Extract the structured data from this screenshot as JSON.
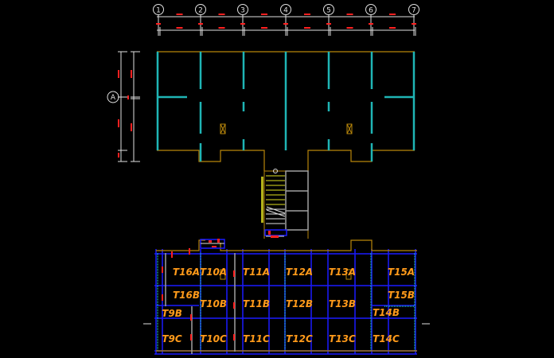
{
  "drawing": {
    "type": "CAD floor plan",
    "colors": {
      "background": "#000000",
      "outline": "#b8860b",
      "wall_cyan": "#1fb5b5",
      "grid_blue": "#1a1aff",
      "dimension_white": "#e0e0e0",
      "dimension_text_red": "#ff2020",
      "room_label": "#ff9a1a",
      "stair_yellow": "#e0e020",
      "grey": "#a0a0a0"
    },
    "column_grid_labels": [
      "1",
      "2",
      "3",
      "4",
      "5",
      "6",
      "7"
    ],
    "row_grid_labels": [
      "A"
    ],
    "rooms": [
      {
        "label": "T16A"
      },
      {
        "label": "T10A"
      },
      {
        "label": "T11A"
      },
      {
        "label": "T12A"
      },
      {
        "label": "T13A"
      },
      {
        "label": "T15A"
      },
      {
        "label": "T16B"
      },
      {
        "label": "T10B"
      },
      {
        "label": "T11B"
      },
      {
        "label": "T12B"
      },
      {
        "label": "T13B"
      },
      {
        "label": "T15B"
      },
      {
        "label": "T9B"
      },
      {
        "label": "T14B"
      },
      {
        "label": "T9C"
      },
      {
        "label": "T10C"
      },
      {
        "label": "T11C"
      },
      {
        "label": "T12C"
      },
      {
        "label": "T13C"
      },
      {
        "label": "T14C"
      }
    ]
  }
}
